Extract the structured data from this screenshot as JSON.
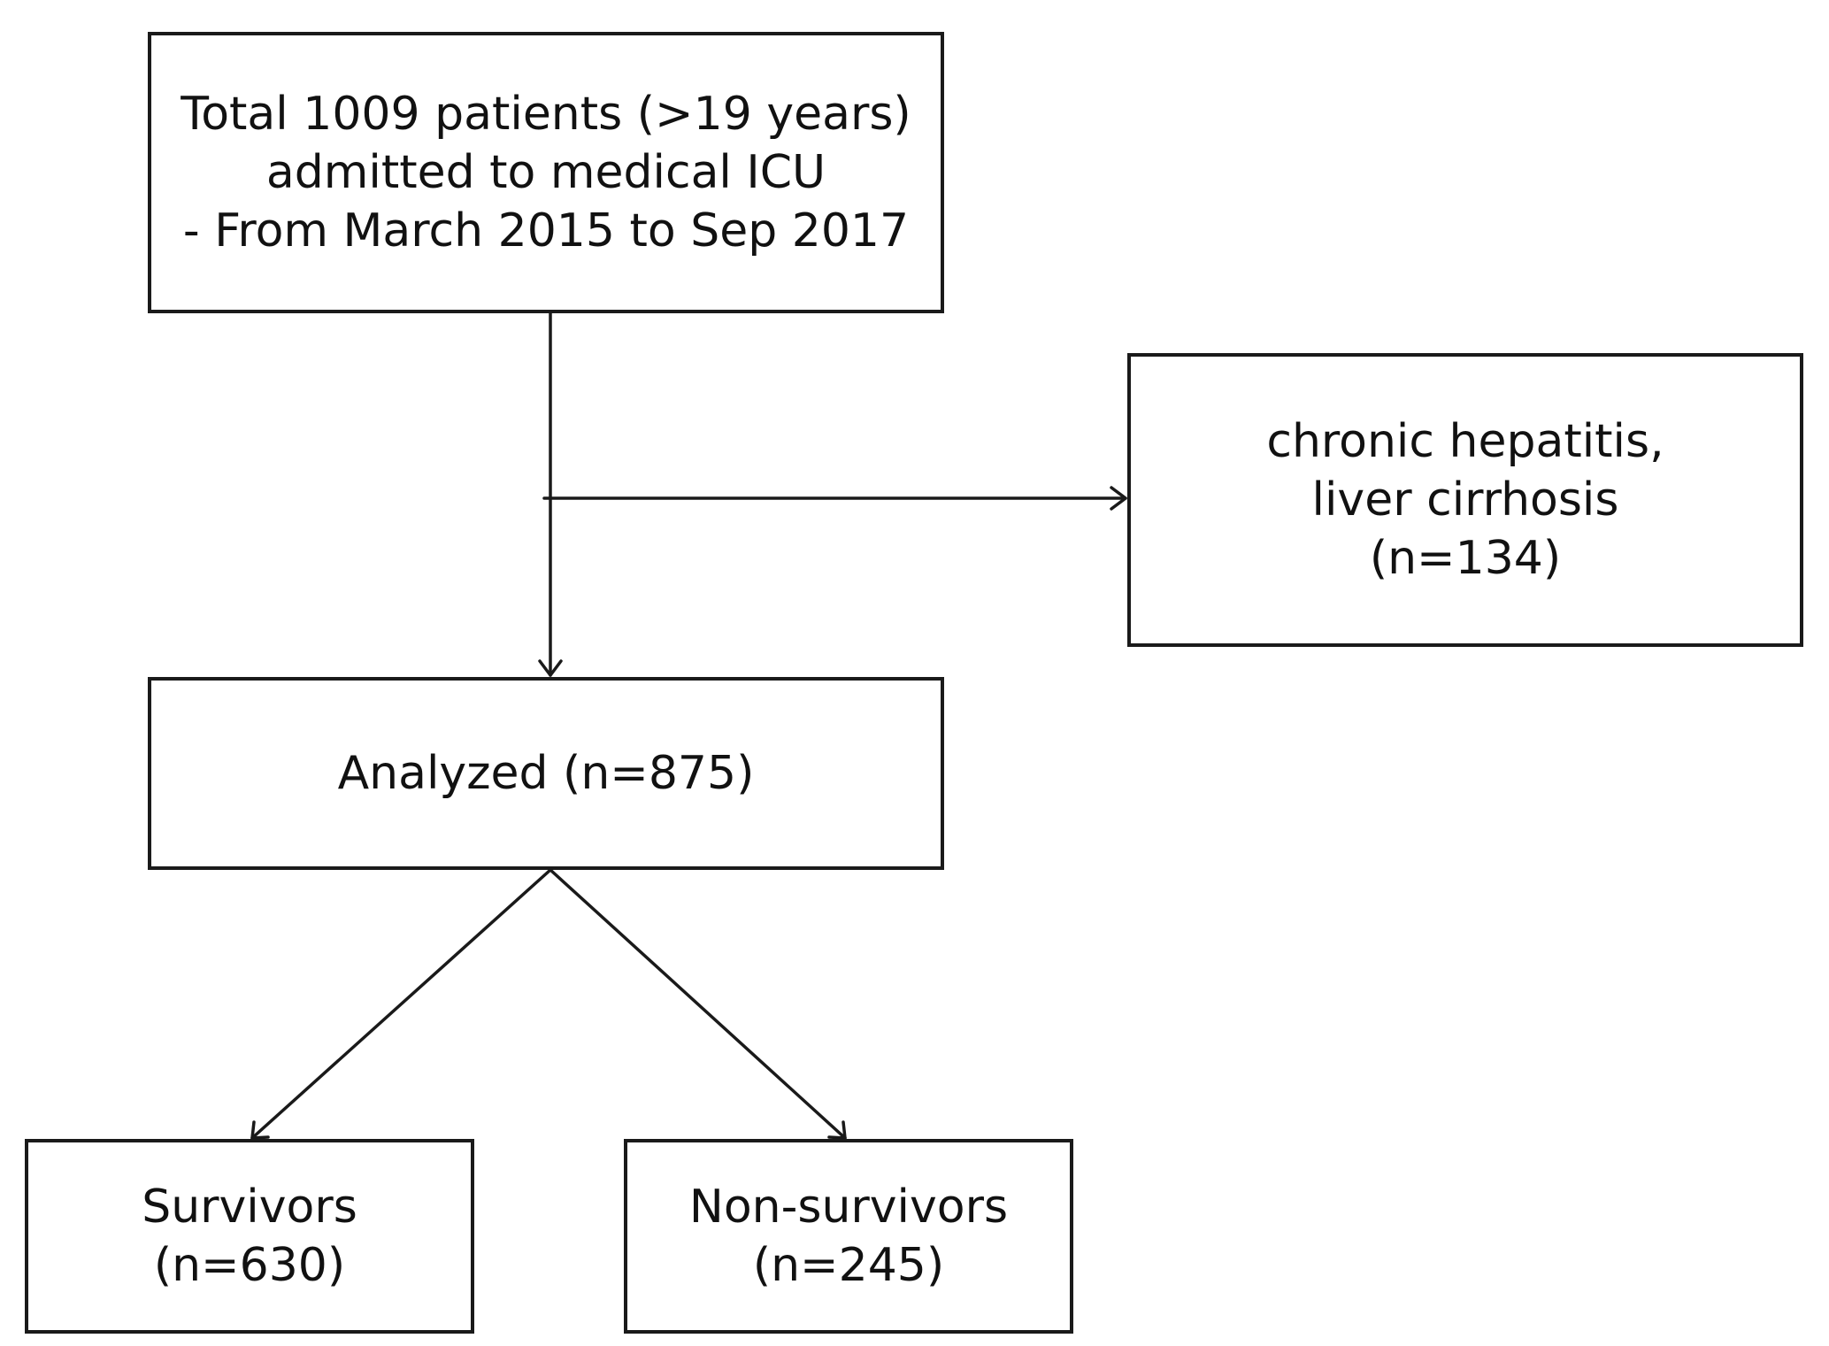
{
  "flowchart": {
    "total": {
      "lines": [
        "Total 1009 patients (>19 years)",
        "admitted to medical ICU",
        "- From March 2015 to Sep 2017"
      ]
    },
    "excluded": {
      "lines": [
        "chronic hepatitis,",
        "liver cirrhosis",
        "(n=134)"
      ]
    },
    "analyzed": {
      "lines": [
        "Analyzed (n=875)"
      ]
    },
    "survivors": {
      "lines": [
        "Survivors",
        "(n=630)"
      ]
    },
    "nonsurvivors": {
      "lines": [
        "Non-survivors",
        "(n=245)"
      ]
    }
  },
  "colors": {
    "stroke": "#1a1a1a",
    "background": "#ffffff",
    "text": "#111111"
  }
}
